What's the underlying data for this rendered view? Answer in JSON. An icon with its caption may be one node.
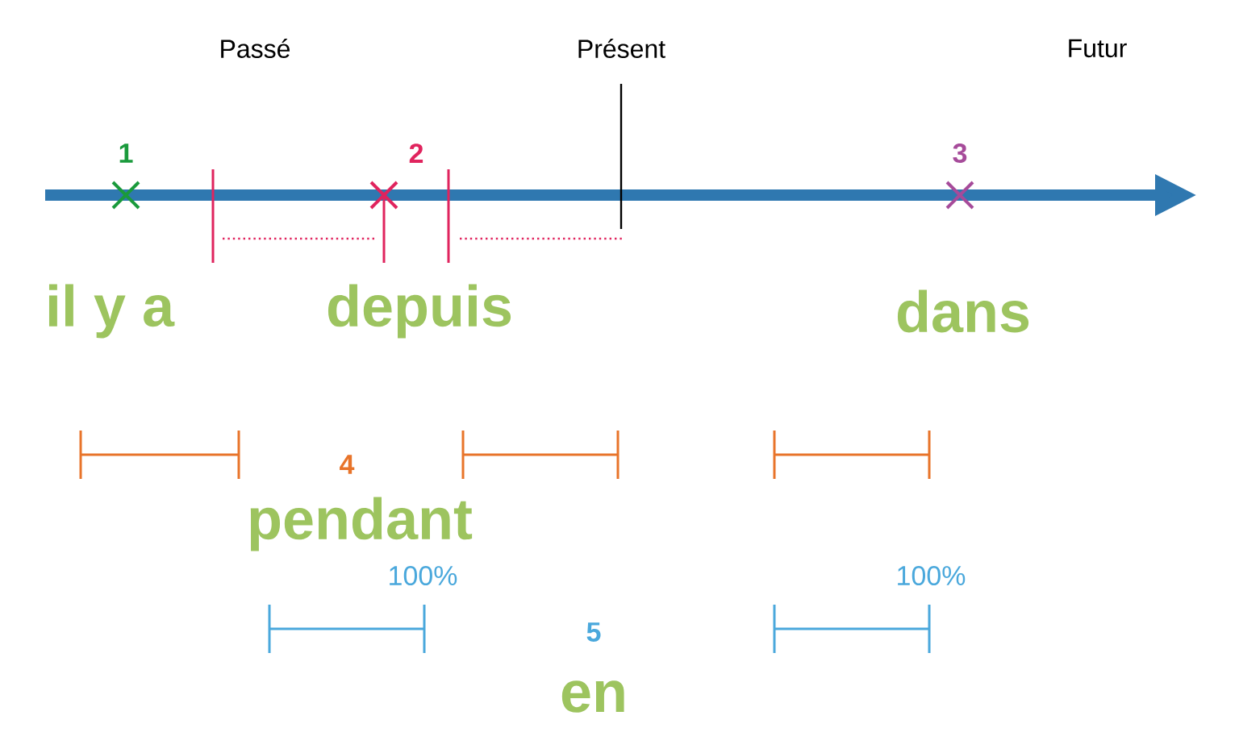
{
  "diagram": {
    "labels": [
      "Passé",
      "Présent",
      "Futur",
      "1",
      "2",
      "3",
      "il y a",
      "depuis",
      "dans",
      "4",
      "pendant",
      "100%",
      "100%",
      "5",
      "en"
    ]
  }
}
